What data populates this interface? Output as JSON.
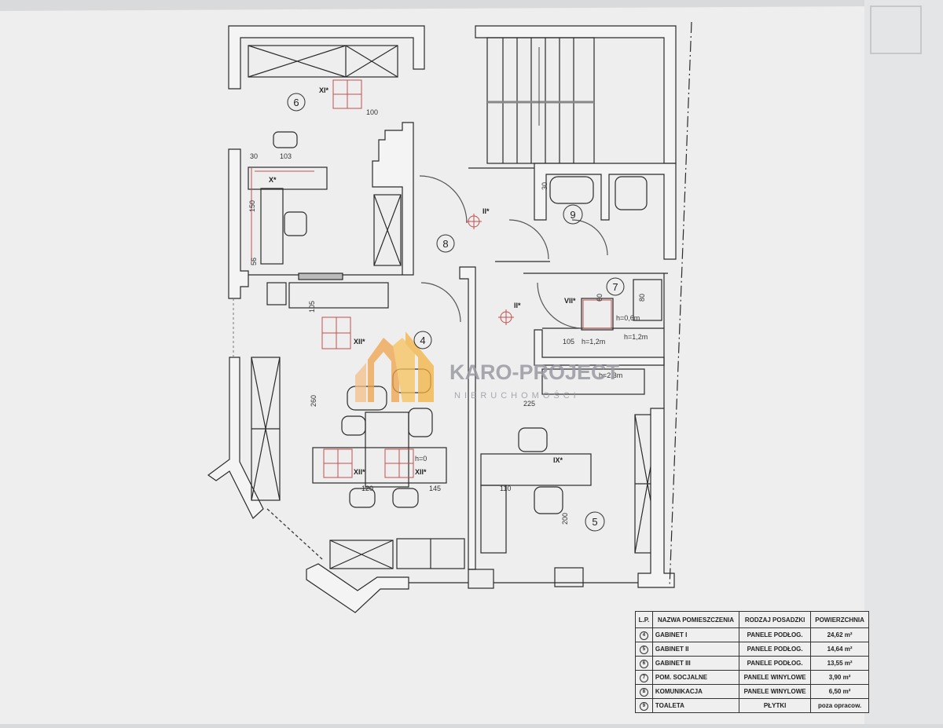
{
  "rooms": [
    {
      "no": "4"
    },
    {
      "no": "5"
    },
    {
      "no": "6"
    },
    {
      "no": "7"
    },
    {
      "no": "8"
    },
    {
      "no": "9"
    }
  ],
  "plan_labels": {
    "xi": "XI*",
    "x": "X*",
    "ii_a": "II*",
    "ii_b": "II*",
    "vii": "VII*",
    "xii_a": "XII*",
    "xii_b": "XII*",
    "xii_c": "XII*",
    "ix": "IX*",
    "h06": "h=0,6m",
    "h12a": "h=1,2m",
    "h12b": "h=1,2m",
    "h23": "h=2,3m",
    "h0": "h=0"
  },
  "dimensions": {
    "d100": "100",
    "d103": "103",
    "d30a": "30",
    "d150": "150",
    "d56": "56",
    "d30b": "30",
    "d105a": "105",
    "d105b": "105",
    "d60": "60",
    "d80": "80",
    "d260": "260",
    "d225": "225",
    "d120": "120",
    "d145": "145",
    "d110": "110",
    "d200": "200"
  },
  "watermark": {
    "name": "KARO-PROJECT",
    "sub": "NIERUCHOMOŚCI"
  },
  "legend": {
    "headers": [
      "L.P.",
      "NAZWA POMIESZCZENIA",
      "RODZAJ POSADZKI",
      "POWIERZCHNIA"
    ],
    "rows": [
      {
        "no": "4",
        "name": "GABINET I",
        "floor": "PANELE PODŁOG.",
        "area": "24,62 m²"
      },
      {
        "no": "5",
        "name": "GABINET II",
        "floor": "PANELE PODŁOG.",
        "area": "14,64 m²"
      },
      {
        "no": "6",
        "name": "GABINET III",
        "floor": "PANELE PODŁOG.",
        "area": "13,55 m²"
      },
      {
        "no": "7",
        "name": "POM. SOCJALNE",
        "floor": "PANELE WINYLOWE",
        "area": "3,90 m²"
      },
      {
        "no": "8",
        "name": "KOMUNIKACJA",
        "floor": "PANELE WINYLOWE",
        "area": "6,50 m²"
      },
      {
        "no": "9",
        "name": "TOALETA",
        "floor": "PŁYTKI",
        "area": "poza opracow."
      }
    ]
  },
  "colors": {
    "paper": "#efeff0",
    "wall": "#2b2b2b",
    "accent_red": "#c0504d",
    "logo_orange": "#f0a24a",
    "watermark_gray": "#9a9aa2"
  }
}
